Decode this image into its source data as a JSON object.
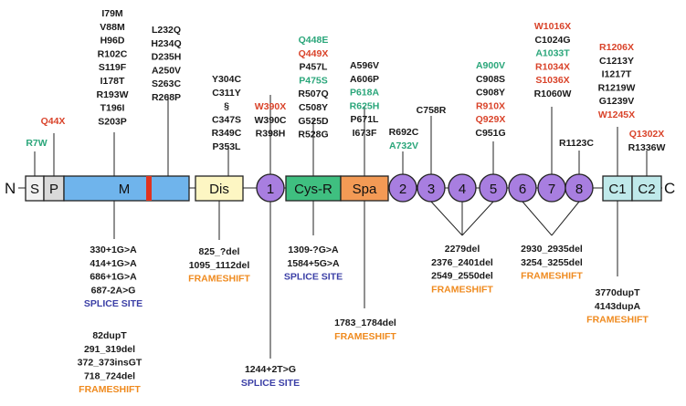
{
  "colors": {
    "black": "#1a1a1a",
    "red": "#d9432a",
    "green": "#2aa67a",
    "blue": "#3b3fa6",
    "orange": "#ef8a1e",
    "signal_fill": "#f2f2f2",
    "pro_fill": "#d9d9d9",
    "metallo_fill": "#6fb4ec",
    "metallo_bar": "#e0331f",
    "dis_fill": "#fdf6c3",
    "tsp_fill": "#a87ee0",
    "cys_fill": "#3fbf80",
    "spa_fill": "#f39a55",
    "cub_fill": "#bfe9ea"
  },
  "termini": {
    "n": "N",
    "c": "C"
  },
  "domains": {
    "s": "S",
    "p": "P",
    "m": "M",
    "dis": "Dis",
    "t1": "1",
    "cys": "Cys-R",
    "spa": "Spa",
    "t2": "2",
    "t3": "3",
    "t4": "4",
    "t5": "5",
    "t6": "6",
    "t7": "7",
    "t8": "8",
    "c1": "C1",
    "c2": "C2"
  },
  "labels": [
    {
      "t": "Q44X",
      "c": "red"
    },
    {
      "t": "R7W",
      "c": "green"
    },
    {
      "t": "I79M",
      "c": "black"
    },
    {
      "t": "V88M",
      "c": "black"
    },
    {
      "t": "H96D",
      "c": "black"
    },
    {
      "t": "R102C",
      "c": "black"
    },
    {
      "t": "S119F",
      "c": "black"
    },
    {
      "t": "I178T",
      "c": "black"
    },
    {
      "t": "R193W",
      "c": "black"
    },
    {
      "t": "T196I",
      "c": "black"
    },
    {
      "t": "S203P",
      "c": "black"
    },
    {
      "t": "L232Q",
      "c": "black"
    },
    {
      "t": "H234Q",
      "c": "black"
    },
    {
      "t": "D235H",
      "c": "black"
    },
    {
      "t": "A250V",
      "c": "black"
    },
    {
      "t": "S263C",
      "c": "black"
    },
    {
      "t": "R268P",
      "c": "black"
    },
    {
      "t": "Y304C",
      "c": "black"
    },
    {
      "t": "C311Y",
      "c": "black"
    },
    {
      "t": "§",
      "c": "black"
    },
    {
      "t": "C347S",
      "c": "black"
    },
    {
      "t": "R349C",
      "c": "black"
    },
    {
      "t": "P353L",
      "c": "black"
    },
    {
      "t": "W390X",
      "c": "red"
    },
    {
      "t": "W390C",
      "c": "black"
    },
    {
      "t": "R398H",
      "c": "black"
    },
    {
      "t": "Q448E",
      "c": "green"
    },
    {
      "t": "Q449X",
      "c": "red"
    },
    {
      "t": "P457L",
      "c": "black"
    },
    {
      "t": "P475S",
      "c": "green"
    },
    {
      "t": "R507Q",
      "c": "black"
    },
    {
      "t": "C508Y",
      "c": "black"
    },
    {
      "t": "G525D",
      "c": "black"
    },
    {
      "t": "R528G",
      "c": "black"
    },
    {
      "t": "A596V",
      "c": "black"
    },
    {
      "t": "A606P",
      "c": "black"
    },
    {
      "t": "P618A",
      "c": "green"
    },
    {
      "t": "R625H",
      "c": "green"
    },
    {
      "t": "P671L",
      "c": "black"
    },
    {
      "t": "I673F",
      "c": "black"
    },
    {
      "t": "R692C",
      "c": "black"
    },
    {
      "t": "A732V",
      "c": "green"
    },
    {
      "t": "C758R",
      "c": "black"
    },
    {
      "t": "A900V",
      "c": "green"
    },
    {
      "t": "C908S",
      "c": "black"
    },
    {
      "t": "C908Y",
      "c": "black"
    },
    {
      "t": "R910X",
      "c": "red"
    },
    {
      "t": "Q929X",
      "c": "red"
    },
    {
      "t": "C951G",
      "c": "black"
    },
    {
      "t": "W1016X",
      "c": "red"
    },
    {
      "t": "C1024G",
      "c": "black"
    },
    {
      "t": "A1033T",
      "c": "green"
    },
    {
      "t": "R1034X",
      "c": "red"
    },
    {
      "t": "S1036X",
      "c": "red"
    },
    {
      "t": "R1060W",
      "c": "black"
    },
    {
      "t": "R1123C",
      "c": "black"
    },
    {
      "t": "R1206X",
      "c": "red"
    },
    {
      "t": "C1213Y",
      "c": "black"
    },
    {
      "t": "I1217T",
      "c": "black"
    },
    {
      "t": "R1219W",
      "c": "black"
    },
    {
      "t": "G1239V",
      "c": "black"
    },
    {
      "t": "W1245X",
      "c": "red"
    },
    {
      "t": "Q1302X",
      "c": "red"
    },
    {
      "t": "R1336W",
      "c": "black"
    },
    {
      "t": "330+1G>A",
      "c": "black"
    },
    {
      "t": "414+1G>A",
      "c": "black"
    },
    {
      "t": "686+1G>A",
      "c": "black"
    },
    {
      "t": "687-2A>G",
      "c": "black"
    },
    {
      "t": "SPLICE SITE",
      "c": "blue"
    },
    {
      "t": "82dupT",
      "c": "black"
    },
    {
      "t": "291_319del",
      "c": "black"
    },
    {
      "t": "372_373insGT",
      "c": "black"
    },
    {
      "t": "718_724del",
      "c": "black"
    },
    {
      "t": "FRAMESHIFT",
      "c": "orange"
    },
    {
      "t": "825_?del",
      "c": "black"
    },
    {
      "t": "1095_1112del",
      "c": "black"
    },
    {
      "t": "FRAMESHIFT",
      "c": "orange"
    },
    {
      "t": "1244+2T>G",
      "c": "black"
    },
    {
      "t": "SPLICE SITE",
      "c": "blue"
    },
    {
      "t": "1309-?G>A",
      "c": "black"
    },
    {
      "t": "1584+5G>A",
      "c": "black"
    },
    {
      "t": "SPLICE SITE",
      "c": "blue"
    },
    {
      "t": "1783_1784del",
      "c": "black"
    },
    {
      "t": "FRAMESHIFT",
      "c": "orange"
    },
    {
      "t": "2279del",
      "c": "black"
    },
    {
      "t": "2376_2401del",
      "c": "black"
    },
    {
      "t": "2549_2550del",
      "c": "black"
    },
    {
      "t": "FRAMESHIFT",
      "c": "orange"
    },
    {
      "t": "2930_2935del",
      "c": "black"
    },
    {
      "t": "3254_3255del",
      "c": "black"
    },
    {
      "t": "FRAMESHIFT",
      "c": "orange"
    },
    {
      "t": "3770dupT",
      "c": "black"
    },
    {
      "t": "4143dupA",
      "c": "black"
    },
    {
      "t": "FRAMESHIFT",
      "c": "orange"
    }
  ]
}
